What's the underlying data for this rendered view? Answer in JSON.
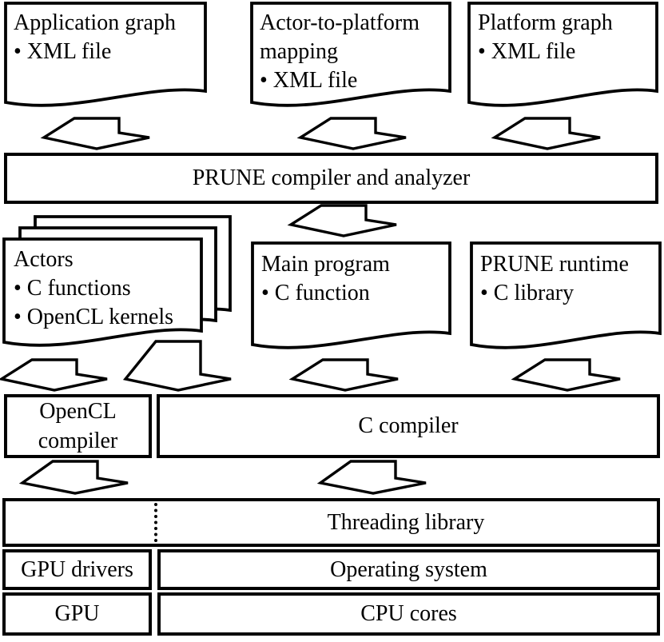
{
  "colors": {
    "stroke": "#000000",
    "fill": "#ffffff",
    "background": "#ffffff",
    "text": "#000000"
  },
  "documents": {
    "application_graph": {
      "line1": "Application graph",
      "line2": "• XML file"
    },
    "actor_mapping": {
      "line1": "Actor-to-platform",
      "line2": "mapping",
      "line3": "• XML file"
    },
    "platform_graph": {
      "line1": "Platform graph",
      "line2": "• XML file"
    },
    "actors": {
      "line1": "Actors",
      "line2": "• C functions",
      "line3": "• OpenCL kernels"
    },
    "main_program": {
      "line1": "Main program",
      "line2": "• C function"
    },
    "prune_runtime": {
      "line1": "PRUNE runtime",
      "line2": "• C library"
    }
  },
  "boxes": {
    "prune_compiler": "PRUNE compiler and analyzer",
    "opencl_compiler_line1": "OpenCL",
    "opencl_compiler_line2": "compiler",
    "c_compiler": "C compiler",
    "threading_library": "Threading library",
    "gpu_drivers": "GPU drivers",
    "operating_system": "Operating system",
    "gpu": "GPU",
    "cpu_cores": "CPU cores"
  }
}
